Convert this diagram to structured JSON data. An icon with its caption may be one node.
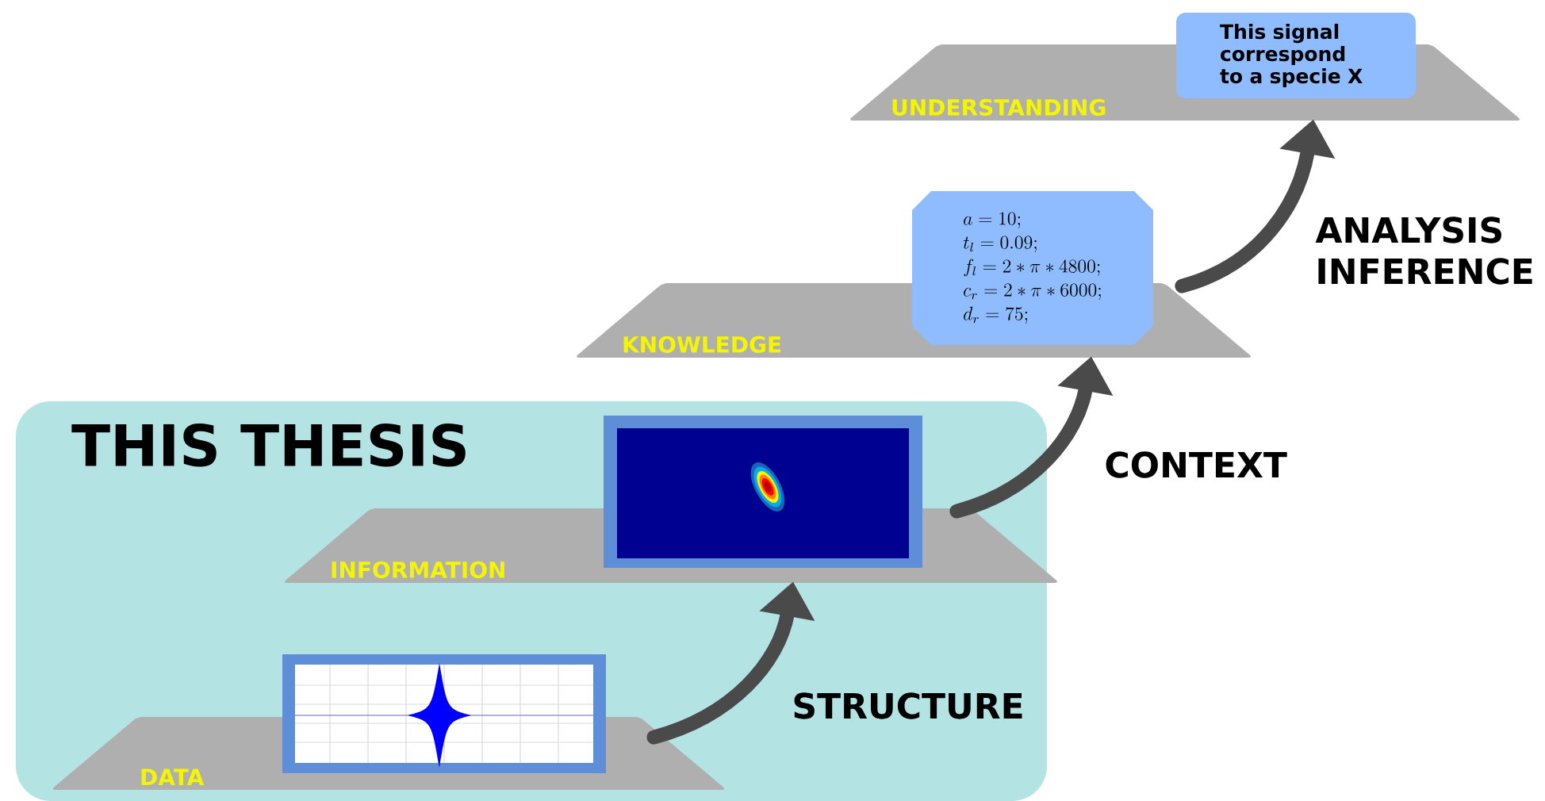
{
  "diagram": {
    "nodes": [
      {
        "text": [
          "UNDERSTANDING"
        ]
      },
      {
        "text": [
          "This signal correspond to a specie X"
        ]
      },
      {
        "text": [
          "KNOWLEDGE"
        ]
      },
      {
        "text": [
          "a = 10;",
          "t_l = 0.09;",
          "f_l = 2 * \\pi * 4800;",
          "c_r = 2 * \\pi * 6000;",
          "d_r = 75;"
        ]
      },
      {
        "text": [
          "THIS THESIS"
        ]
      },
      {
        "text": [
          "INFORMATION"
        ],
        "in": 4
      },
      {
        "text": [],
        "shape": "picture",
        "in": 4
      },
      {
        "text": [
          "DATA"
        ],
        "in": 4
      },
      {
        "text": [],
        "shape": "picture",
        "in": 4
      }
    ],
    "edges": [
      {
        "from": 7,
        "to": 5,
        "arrow": "to",
        "label": "STRUCTURE"
      },
      {
        "from": 5,
        "to": 2,
        "arrow": "to",
        "label": "CONTEXT"
      },
      {
        "from": 2,
        "to": 0,
        "arrow": "to",
        "label": "ANALYSIS INFERENCE"
      }
    ]
  }
}
